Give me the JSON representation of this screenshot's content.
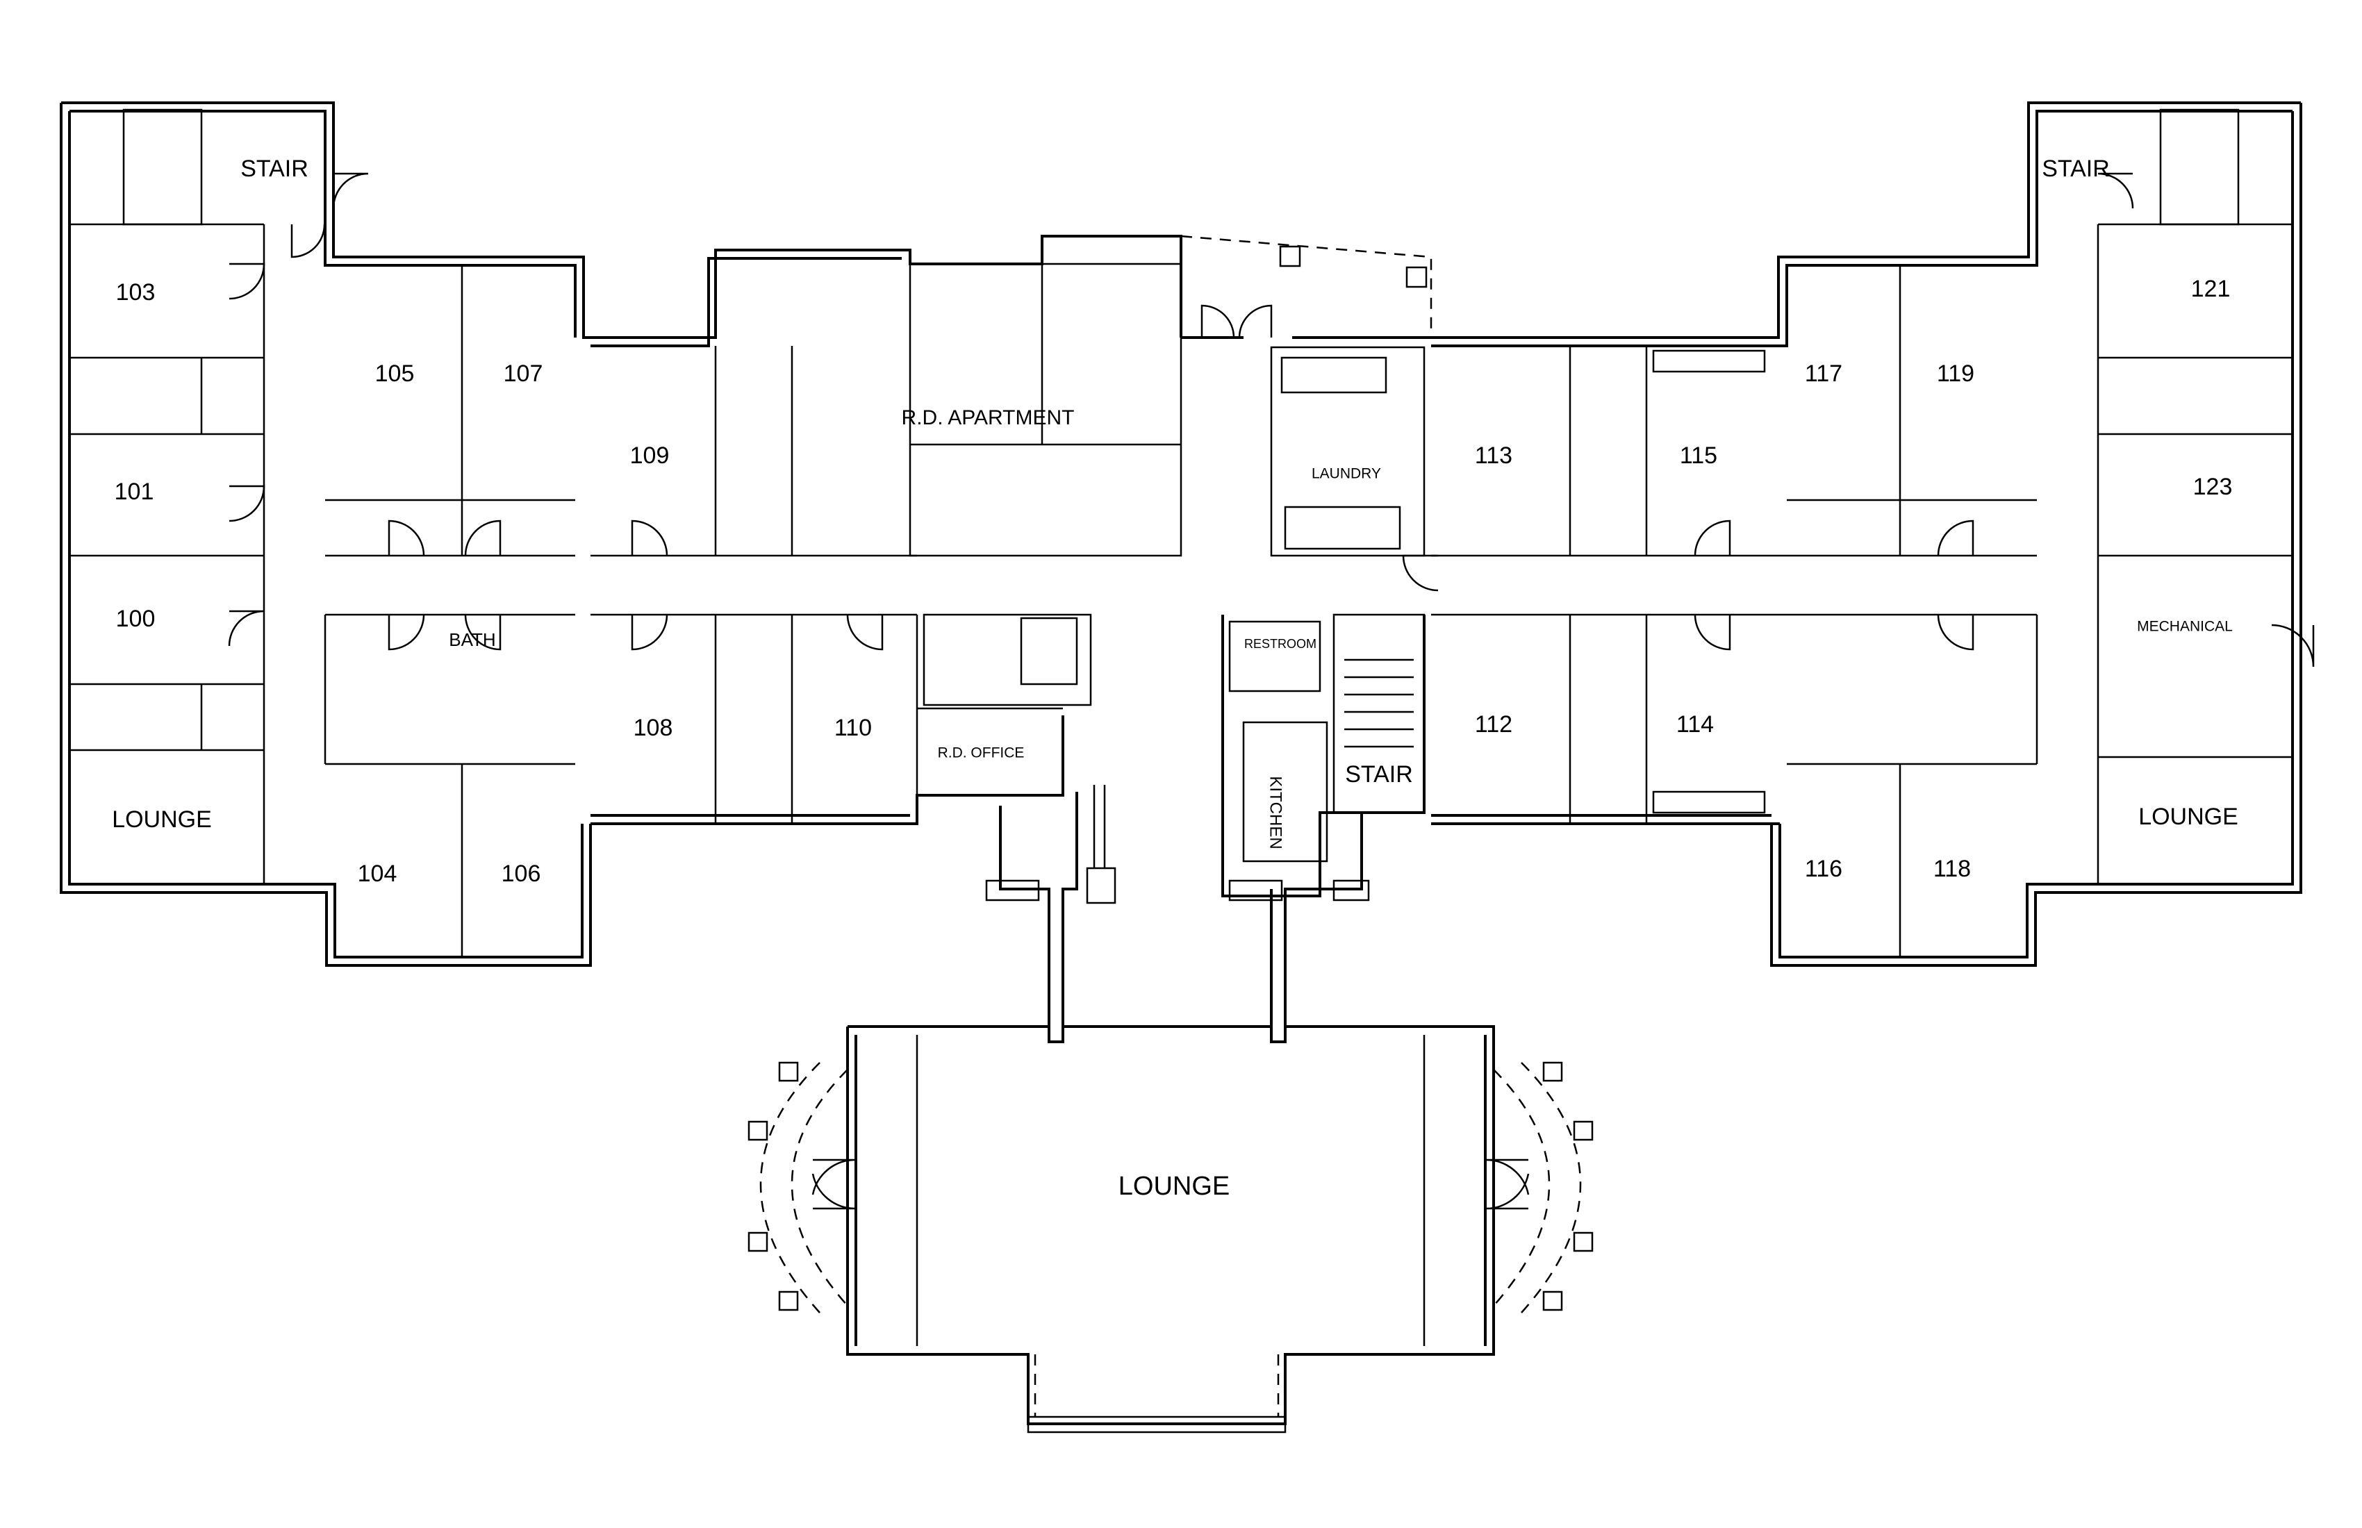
{
  "rooms": {
    "stair_nw": "STAIR",
    "stair_ne": "STAIR",
    "stair_center": "STAIR",
    "r103": "103",
    "r101": "101",
    "r100": "100",
    "lounge_west": "LOUNGE",
    "r105": "105",
    "r107": "107",
    "r109": "109",
    "bath": "BATH",
    "r104": "104",
    "r106": "106",
    "r108": "108",
    "r110": "110",
    "rd_apartment": "R.D. APARTMENT",
    "rd_office": "R.D. OFFICE",
    "laundry": "LAUNDRY",
    "restroom": "RESTROOM",
    "kitchen": "KITCHEN",
    "r113": "113",
    "r115": "115",
    "r117": "117",
    "r119": "119",
    "r112": "112",
    "r114": "114",
    "r116": "116",
    "r118": "118",
    "r121": "121",
    "r123": "123",
    "mechanical": "MECHANICAL",
    "lounge_east": "LOUNGE",
    "lounge_main": "LOUNGE"
  }
}
